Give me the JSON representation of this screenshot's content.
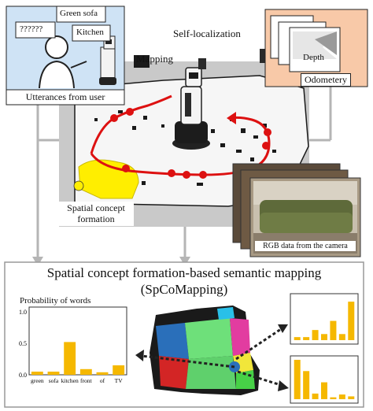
{
  "diagram": {
    "title": "Spatial concept formation-based semantic mapping",
    "subtitle": "(SpCoMapping)",
    "labels": {
      "utterances": "Utterances from user",
      "self_localization": "Self-localization",
      "mapping": "Mapping",
      "depth": "Depth",
      "odometry": "Odometery",
      "spatial_concept": "Spatial concept",
      "formation": "formation",
      "rgb": "RGB data from the camera",
      "prob_words": "Probability of words"
    },
    "speech": {
      "unknown": "??????",
      "green_sofa": "Green sofa",
      "kitchen": "Kitchen"
    },
    "colors": {
      "trajectory": "#dd1111",
      "concept_area": "#ffee00",
      "bars": "#f5b800",
      "odometry_bg": "#f8c9a8"
    }
  },
  "chart_data": [
    {
      "type": "bar",
      "title": "Probability of words",
      "categories": [
        "green",
        "sofa",
        "kitchen",
        "front",
        "of",
        "TV"
      ],
      "values": [
        0.05,
        0.05,
        0.52,
        0.09,
        0.04,
        0.15
      ],
      "ylim": [
        0,
        1.0
      ],
      "yticks": [
        "0.0",
        "0.5",
        "1.0"
      ]
    },
    {
      "type": "bar",
      "values": [
        0.03,
        0.03,
        0.1,
        0.06,
        0.19,
        0.06,
        0.38
      ]
    },
    {
      "type": "bar",
      "values": [
        0.42,
        0.3,
        0.06,
        0.18,
        0.02,
        0.05,
        0.03
      ]
    }
  ]
}
